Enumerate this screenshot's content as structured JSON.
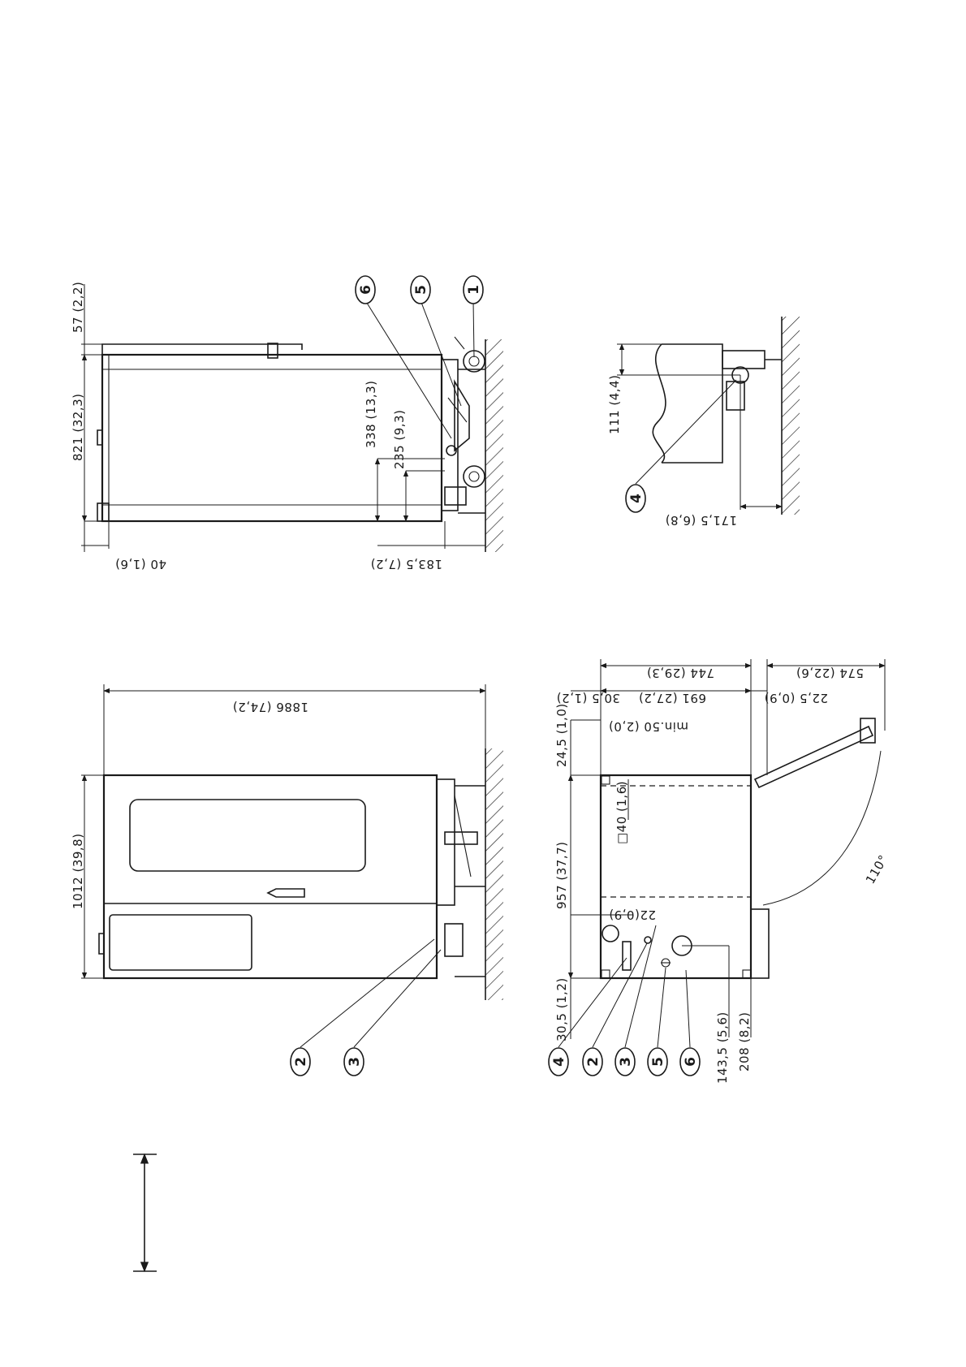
{
  "dimensions": {
    "top_view": {
      "d57": "57 (2,2)",
      "d821": "821 (32,3)",
      "d40": "40 (1,6)",
      "d338": "338 (13,3)",
      "d235": "235 (9,3)",
      "d183": "183,5 (7,2)"
    },
    "detail_view": {
      "d111": "111 (4,4)",
      "d171": "171,5 (6,8)"
    },
    "side_view": {
      "d1886": "1886 (74,2)",
      "d1012": "1012 (39,8)"
    },
    "plan_view": {
      "d744": "744 (29,3)",
      "d574": "574 (22,6)",
      "d691": "691 (27,2)",
      "d30_5_top": "30,5 (1,2)",
      "d22_5": "22,5 (0,9)",
      "min50": "min.50 (2,0)",
      "d24_5": "24,5 (1,0)",
      "d40_square": "□40 (1,6)",
      "d957": "957 (37,7)",
      "d22": "22(0,9)",
      "d30_5_left": "30,5 (1,2)",
      "d143_5": "143,5 (5,6)",
      "d208": "208 (8,2)",
      "angle": "110°"
    }
  },
  "callouts": {
    "top_view": [
      "6",
      "5",
      "1"
    ],
    "detail_view": [
      "4"
    ],
    "side_view": [
      "2",
      "3"
    ],
    "plan_view": [
      "4",
      "2",
      "3",
      "5",
      "6"
    ]
  },
  "icons": {
    "orientation_arrow": "double-headed-vertical-arrow-icon",
    "ground_symbol": "earth-terminal-icon"
  }
}
